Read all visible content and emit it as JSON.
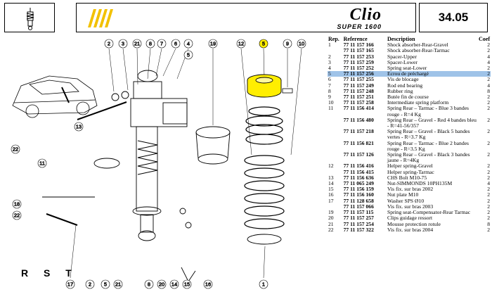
{
  "header": {
    "brand_name": "Clio",
    "brand_sub": "SUPER 1600",
    "page_number": "34.05"
  },
  "diagram": {
    "callouts_top": [
      "2",
      "3",
      "21",
      "8",
      "7",
      "6",
      "4",
      "5",
      "19",
      "12",
      "5",
      "9",
      "10"
    ],
    "callouts_bottom": [
      "17",
      "2",
      "5",
      "21",
      "8",
      "20",
      "14",
      "15",
      "16",
      "1"
    ],
    "callouts_side": [
      "22",
      "13",
      "11",
      "18",
      "22"
    ],
    "footer_label": "R S T",
    "highlight_color": "#ffee00"
  },
  "table": {
    "headers": {
      "rep": "Rep.",
      "reference": "Reference",
      "description": "Description",
      "coef": "Coef"
    },
    "rows": [
      {
        "rep": "1",
        "ref": "77 11 157 166",
        "desc": "Shock absorber-Rear-Gravel",
        "coef": "2"
      },
      {
        "rep": "",
        "ref": "77 11 157 165",
        "desc": "Shock absorber-Rear-Tarmac",
        "coef": "2"
      },
      {
        "rep": "2",
        "ref": "77 11 157 253",
        "desc": "Spacer-Upper",
        "coef": "4"
      },
      {
        "rep": "3",
        "ref": "77 11 157 259",
        "desc": "Spacer-Lower",
        "coef": "4"
      },
      {
        "rep": "4",
        "ref": "77 11 157 252",
        "desc": "Spring seat-Lower",
        "coef": "2"
      },
      {
        "rep": "5",
        "ref": "77 11 157 256",
        "desc": "Ecrou de préchargé",
        "coef": "2",
        "selected": true
      },
      {
        "rep": "6",
        "ref": "77 11 157 255",
        "desc": "Vis de blocage",
        "coef": "2"
      },
      {
        "rep": "7",
        "ref": "77 11 157 249",
        "desc": "Rod end bearing",
        "coef": "4"
      },
      {
        "rep": "8",
        "ref": "77 11 157 248",
        "desc": "Rubber ring",
        "coef": "8"
      },
      {
        "rep": "9",
        "ref": "77 11 157 251",
        "desc": "Butée fin de course",
        "coef": "2"
      },
      {
        "rep": "10",
        "ref": "77 11 157 258",
        "desc": "Intermediate spring platform",
        "coef": "2"
      },
      {
        "rep": "11",
        "ref": "77 11 156 414",
        "desc": "Spring Rear – Tarmac - Blue 3 bandes rouge - R=4 Kg",
        "coef": "2"
      },
      {
        "rep": "",
        "ref": "77 11 156 480",
        "desc": "Spring Rear – Gravel - Red 4 bandes bleu - R=41-56/357",
        "coef": "2"
      },
      {
        "rep": "",
        "ref": "77 11 157 218",
        "desc": "Spring Rear – Gravel - Black 5 bandes vertes - R=3.7 Kg",
        "coef": "2"
      },
      {
        "rep": "",
        "ref": "77 11 156 821",
        "desc": "Spring Rear – Tarmac - Blue 2 bandes rouge - R=3.5 Kg",
        "coef": "2"
      },
      {
        "rep": "",
        "ref": "77 11 157 126",
        "desc": "Spring Rear – Gravel - Black 3 bandes jaune - R=4Kg",
        "coef": "2"
      },
      {
        "rep": "12",
        "ref": "77 11 156 416",
        "desc": "Helper spring-Gravel",
        "coef": "2"
      },
      {
        "rep": "",
        "ref": "77 11 156 415",
        "desc": "Helper spring-Tarmac",
        "coef": "2"
      },
      {
        "rep": "13",
        "ref": "77 11 156 636",
        "desc": "CHS Bolt M10-75",
        "coef": "2"
      },
      {
        "rep": "14",
        "ref": "77 11 065 249",
        "desc": "Nut-SIMMONDS 10PH135M",
        "coef": "4"
      },
      {
        "rep": "15",
        "ref": "77 11 156 159",
        "desc": "Vis fix. sur bras 2002",
        "coef": "2"
      },
      {
        "rep": "16",
        "ref": "77 11 156 160",
        "desc": "Nut plate M10",
        "coef": "2"
      },
      {
        "rep": "17",
        "ref": "77 11 128 658",
        "desc": "Washer SPS Ø10",
        "coef": "2"
      },
      {
        "rep": "",
        "ref": "77 11 157 066",
        "desc": "Vis fix. sur bras 2003",
        "coef": "2"
      },
      {
        "rep": "19",
        "ref": "77 11 157 115",
        "desc": "Spring seat-Compensator-Rear Tarmac",
        "coef": "2"
      },
      {
        "rep": "20",
        "ref": "77 11 157 257",
        "desc": "Clips guidage ressort",
        "coef": "2"
      },
      {
        "rep": "21",
        "ref": "77 11 157 254",
        "desc": "Mousse protection rotule",
        "coef": "8"
      },
      {
        "rep": "22",
        "ref": "77 11 157 322",
        "desc": "Vis fix. sur bras 2004",
        "coef": "2"
      }
    ]
  }
}
